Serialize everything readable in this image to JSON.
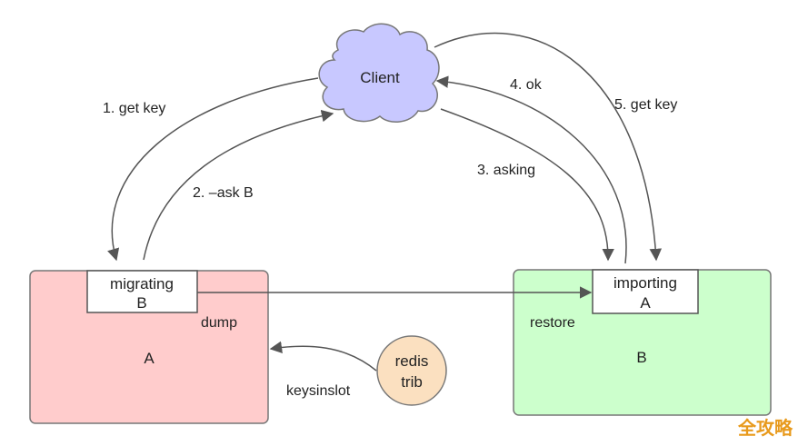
{
  "nodes": {
    "client": {
      "label": "Client",
      "fill": "#c8c8ff"
    },
    "server_a": {
      "label": "A",
      "fill": "#ffcccc"
    },
    "server_b": {
      "label": "B",
      "fill": "#ccffcc"
    },
    "migrating_box": {
      "line1": "migrating",
      "line2": "B"
    },
    "importing_box": {
      "line1": "importing",
      "line2": "A"
    },
    "redis_trib": {
      "line1": "redis",
      "line2": "trib",
      "fill": "#fbe0c0"
    }
  },
  "edge_labels": {
    "get_key_a": "1. get key",
    "ask_b": "2. –ask B",
    "asking": "3. asking",
    "ok": "4. ok",
    "get_key_b": "5. get key",
    "dump": "dump",
    "restore": "restore",
    "keysinslot": "keysinslot"
  },
  "watermark": "全攻略",
  "colors": {
    "stroke": "#777777",
    "arrow": "#555555"
  }
}
